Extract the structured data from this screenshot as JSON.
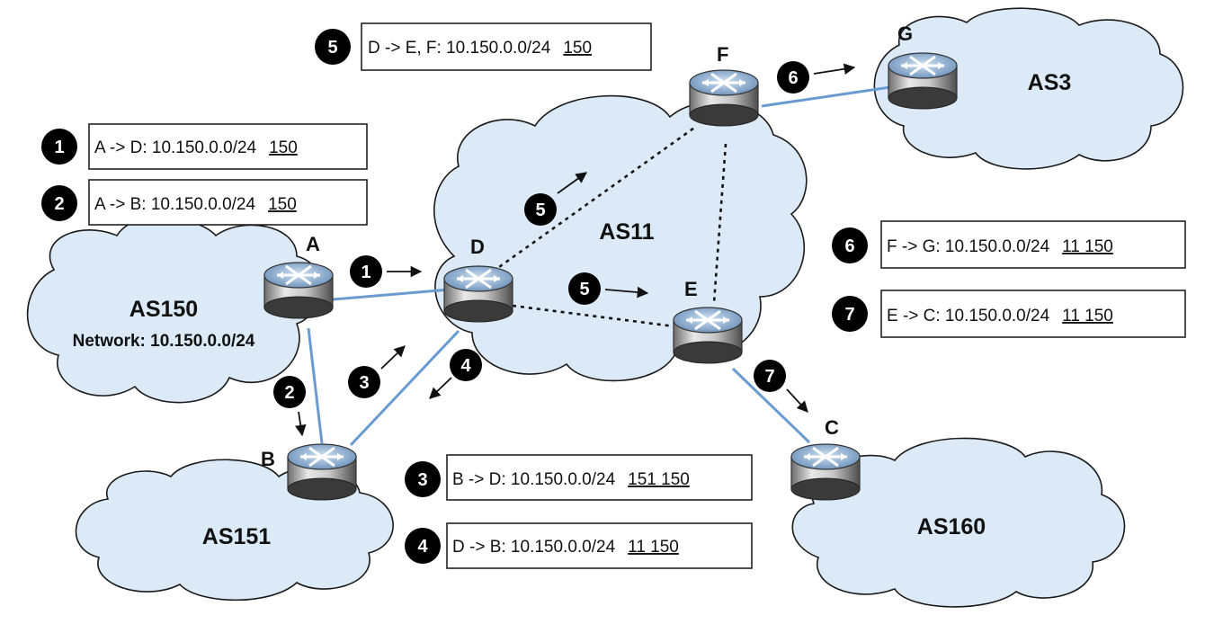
{
  "autonomous_systems": {
    "as150": {
      "name": "AS150",
      "network": "Network: 10.150.0.0/24"
    },
    "as151": {
      "name": "AS151"
    },
    "as11": {
      "name": "AS11"
    },
    "as3": {
      "name": "AS3"
    },
    "as160": {
      "name": "AS160"
    }
  },
  "routers": {
    "a": "A",
    "b": "B",
    "c": "C",
    "d": "D",
    "e": "E",
    "f": "F",
    "g": "G"
  },
  "announcements": [
    {
      "step": "1",
      "route": "A -> D:  10.150.0.0/24",
      "path": "150"
    },
    {
      "step": "2",
      "route": "A -> B:  10.150.0.0/24",
      "path": "150"
    },
    {
      "step": "3",
      "route": "B -> D:  10.150.0.0/24",
      "path": "151 150"
    },
    {
      "step": "4",
      "route": "D -> B:  10.150.0.0/24",
      "path": "11 150"
    },
    {
      "step": "5",
      "route": "D -> E, F:  10.150.0.0/24",
      "path": "150"
    },
    {
      "step": "6",
      "route": "F -> G: 10.150.0.0/24",
      "path": "11 150"
    },
    {
      "step": "7",
      "route": "E -> C:  10.150.0.0/24",
      "path": "11 150"
    }
  ],
  "diagram_steps": {
    "s1": "1",
    "s2": "2",
    "s3": "3",
    "s4": "4",
    "s5a": "5",
    "s5b": "5",
    "s6": "6",
    "s7": "7"
  },
  "colors": {
    "cloud_fill": "#dce9f6",
    "ebgp_link": "#6a9bd0",
    "ibgp_link": "#111111",
    "step_badge": "#000000"
  }
}
